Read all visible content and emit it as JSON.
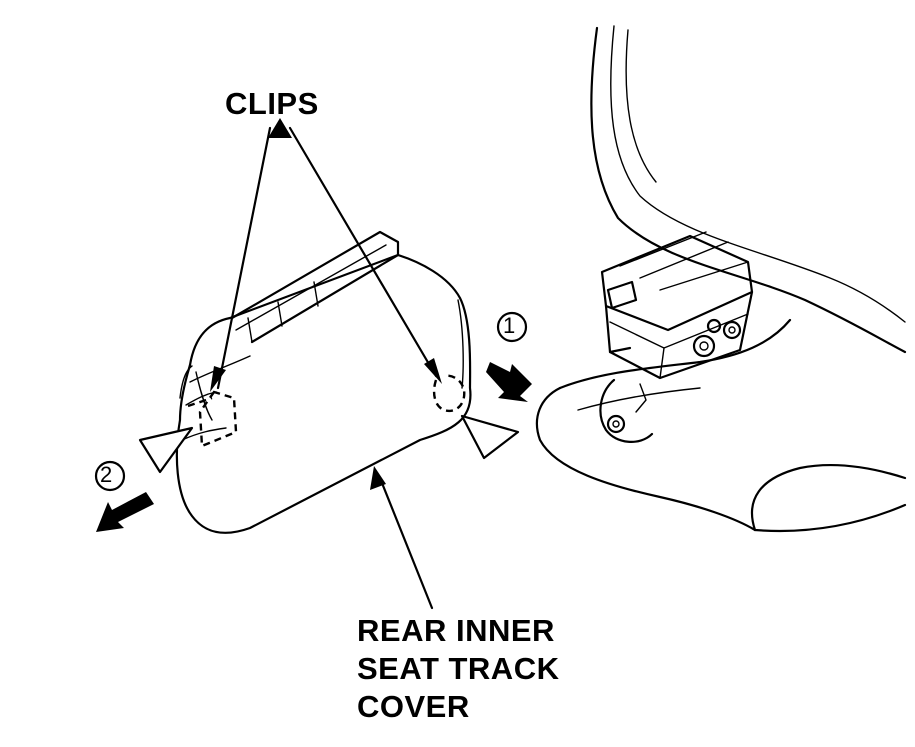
{
  "labels": {
    "clips": "CLIPS",
    "part_line1": "REAR INNER",
    "part_line2": "SEAT TRACK",
    "part_line3": "COVER"
  },
  "steps": {
    "step1": "1",
    "step2": "2"
  },
  "icons": {
    "release_direction": "arrow-icon",
    "pry_point": "triangle-pointer-icon"
  },
  "colors": {
    "ink": "#000000",
    "background": "#ffffff"
  }
}
